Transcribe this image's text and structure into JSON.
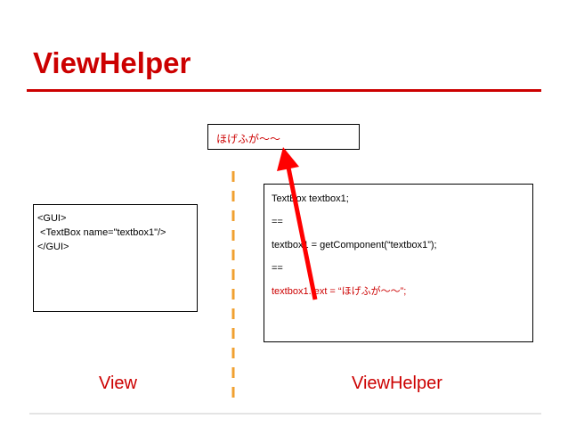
{
  "title": "ViewHelper",
  "textbox_display": {
    "value": "ほげふが～～"
  },
  "view_box": {
    "lines": [
      "<GUI>",
      " <TextBox name=\"textbox1\"/>",
      "</GUI>"
    ]
  },
  "code_box": {
    "line1": "TextBox textbox1;",
    "line2": "==",
    "line3": "textbox1 = getComponent(“textbox1”);",
    "line4": "==",
    "line5": "textbox1.text = “ほげふが～～”;"
  },
  "labels": {
    "view": "View",
    "viewhelper": "ViewHelper"
  },
  "colors": {
    "accent": "#cc0000",
    "divider": "#f0a030",
    "text": "#000000"
  }
}
